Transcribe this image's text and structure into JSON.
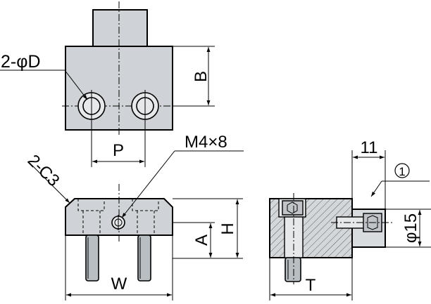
{
  "labels": {
    "bore": "2-φD",
    "dim_b": "B",
    "dim_p": "P",
    "thread": "M4×8",
    "chamfer": "2-C3",
    "dim_a": "A",
    "dim_h": "H",
    "dim_w": "W",
    "dim_11": "11",
    "ref_num": "1",
    "dia15": "φ15",
    "dim_t": "T"
  }
}
